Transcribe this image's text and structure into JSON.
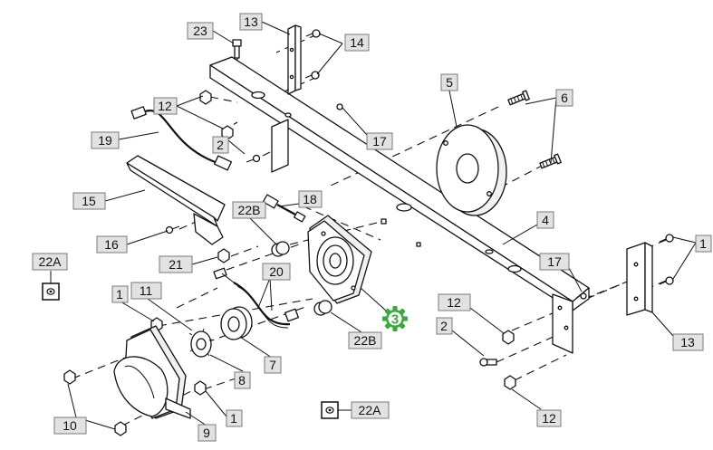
{
  "callouts": {
    "c23": "23",
    "c13_top": "13",
    "c14": "14",
    "c12_left": "12",
    "c19": "19",
    "c2_left": "2",
    "c17_top": "17",
    "c5": "5",
    "c6": "6",
    "c15": "15",
    "c18": "18",
    "c22b_upper": "22B",
    "c4": "4",
    "c16": "16",
    "c1_right": "1",
    "c21": "21",
    "c22a_left": "22A",
    "c20": "20",
    "c17_right": "17",
    "c1_left": "1",
    "c11": "11",
    "c12_mid": "12",
    "c13_right": "13",
    "c2_right": "2",
    "c22b_lower": "22B",
    "c3": "3",
    "c8": "8",
    "c7": "7",
    "c10": "10",
    "c1_bottom": "1",
    "c9": "9",
    "c22a_bottom": "22A",
    "c12_bottom": "12"
  },
  "colors": {
    "callout_fill": "#e2e2e2",
    "callout_border": "#7a7a7a",
    "highlight_badge": "#3aa83a",
    "ink": "#111111"
  },
  "highlight_icon": "gear-badge-icon"
}
